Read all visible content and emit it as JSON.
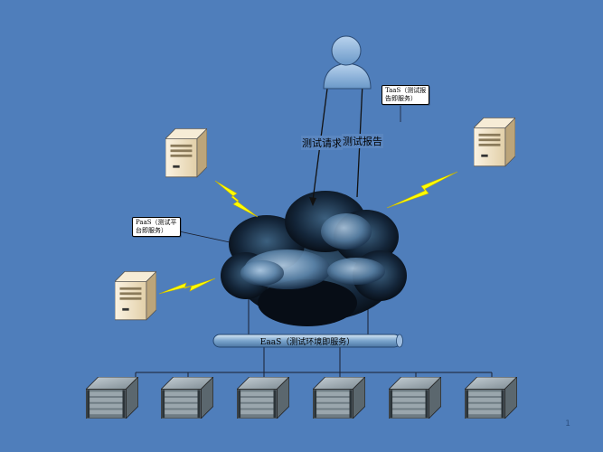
{
  "callouts": {
    "taas": "TaaS（测试报\n告即服务）",
    "paas": "PaaS（测试平\n台即服务）"
  },
  "arrows": {
    "request": "测试请求",
    "report": "测试报告"
  },
  "bus": {
    "label": "EaaS（测试环境即服务）"
  },
  "page_number": "1",
  "colors": {
    "background": "#4f7ebb",
    "lightning": "#ffff00",
    "cloud_dark": "#0a1622",
    "cloud_light": "#8fb4d6",
    "server_beige": "#f0e3c8"
  },
  "icons": [
    "user-icon",
    "server-icon",
    "cloud-icon",
    "lightning-icon",
    "rack-server-icon"
  ]
}
